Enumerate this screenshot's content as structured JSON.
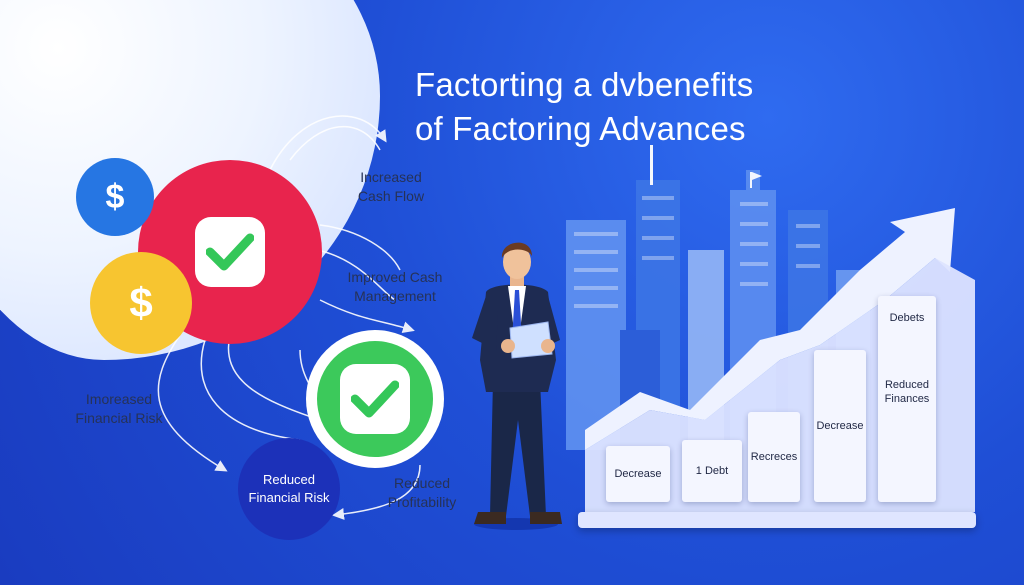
{
  "title": {
    "line1": "Factorting a dvbenefits",
    "line2": "of Factoring Advances"
  },
  "icons": {
    "dollar_blue": "$",
    "dollar_yellow": "$",
    "check_red": "check-icon",
    "check_green": "check-icon"
  },
  "labels": {
    "increased_cash_flow": [
      "Increased",
      "Cash Flow"
    ],
    "improved_cash_management": [
      "Improved Cash",
      "Management"
    ],
    "increased_financial_risk": [
      "Imoreased",
      "Financial Risk"
    ],
    "reduced_financial_risk": [
      "Reduced",
      "Financial Risk"
    ],
    "reduced_profitability": [
      "Reduced",
      "Profitability"
    ]
  },
  "bars": [
    {
      "label": "Decrease"
    },
    {
      "label": "1 Debt"
    },
    {
      "label": "Recreces"
    },
    {
      "label": "Decrease"
    },
    {
      "label": "Debets"
    },
    {
      "label": "Reduced Finances"
    }
  ],
  "colors": {
    "background": "#1f4fd6",
    "red_circle": "#e8244d",
    "green_circle": "#3cc95b",
    "yellow_circle": "#f7c530",
    "blue_circle": "#2676e3",
    "navy_circle": "#1c31b9",
    "title_text": "#ffffff"
  }
}
